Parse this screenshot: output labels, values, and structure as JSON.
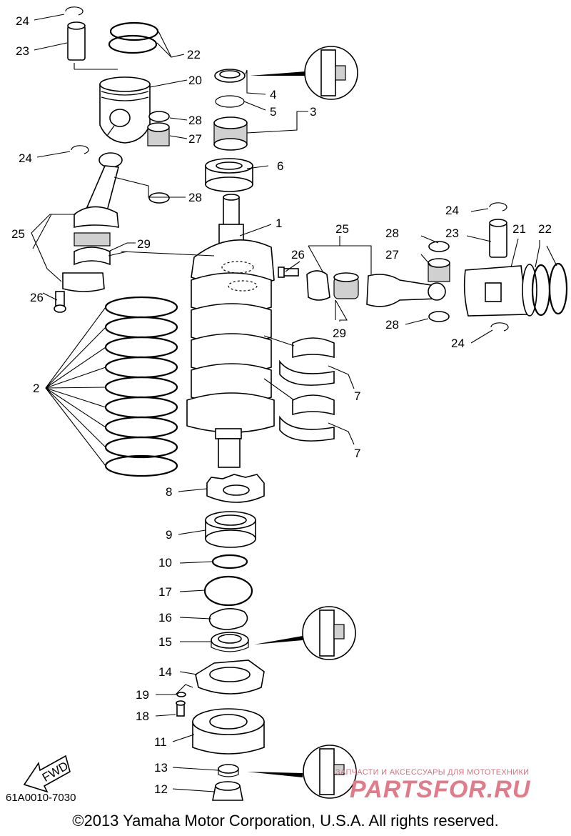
{
  "diagram": {
    "callouts": [
      {
        "id": "1",
        "text": "1"
      },
      {
        "id": "2",
        "text": "2"
      },
      {
        "id": "3",
        "text": "3"
      },
      {
        "id": "4",
        "text": "4"
      },
      {
        "id": "5",
        "text": "5"
      },
      {
        "id": "6",
        "text": "6"
      },
      {
        "id": "7a",
        "text": "7"
      },
      {
        "id": "7b",
        "text": "7"
      },
      {
        "id": "8",
        "text": "8"
      },
      {
        "id": "9",
        "text": "9"
      },
      {
        "id": "10",
        "text": "10"
      },
      {
        "id": "11",
        "text": "11"
      },
      {
        "id": "12",
        "text": "12"
      },
      {
        "id": "13",
        "text": "13"
      },
      {
        "id": "14",
        "text": "14"
      },
      {
        "id": "15",
        "text": "15"
      },
      {
        "id": "16",
        "text": "16"
      },
      {
        "id": "17",
        "text": "17"
      },
      {
        "id": "18",
        "text": "18"
      },
      {
        "id": "19",
        "text": "19"
      },
      {
        "id": "20",
        "text": "20"
      },
      {
        "id": "21",
        "text": "21"
      },
      {
        "id": "22a",
        "text": "22"
      },
      {
        "id": "22b",
        "text": "22"
      },
      {
        "id": "23a",
        "text": "23"
      },
      {
        "id": "23b",
        "text": "23"
      },
      {
        "id": "24a",
        "text": "24"
      },
      {
        "id": "24b",
        "text": "24"
      },
      {
        "id": "24c",
        "text": "24"
      },
      {
        "id": "24d",
        "text": "24"
      },
      {
        "id": "25a",
        "text": "25"
      },
      {
        "id": "25b",
        "text": "25"
      },
      {
        "id": "26a",
        "text": "26"
      },
      {
        "id": "26b",
        "text": "26"
      },
      {
        "id": "27a",
        "text": "27"
      },
      {
        "id": "27b",
        "text": "27"
      },
      {
        "id": "28a",
        "text": "28"
      },
      {
        "id": "28b",
        "text": "28"
      },
      {
        "id": "28c",
        "text": "28"
      },
      {
        "id": "28d",
        "text": "28"
      },
      {
        "id": "29a",
        "text": "29"
      },
      {
        "id": "29b",
        "text": "29"
      }
    ],
    "fwd_label": "FWD",
    "catalog_code": "61A0010-7030",
    "copyright": "©2013 Yamaha Motor Corporation, U.S.A. All rights reserved."
  },
  "watermark": {
    "caption": "ЗАПЧАСТИ И АКСЕССУАРЫ ДЛЯ МОТОТЕХНИКИ",
    "logo": "PARTSFOR.RU"
  },
  "colors": {
    "line": "#000000",
    "background": "#ffffff",
    "watermark": "#e07b8a"
  }
}
